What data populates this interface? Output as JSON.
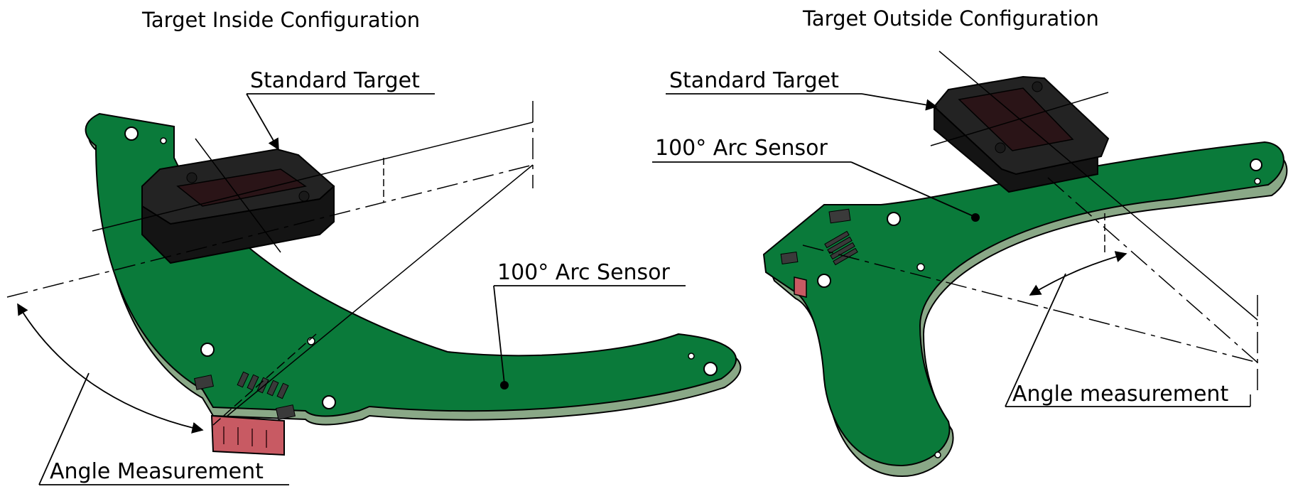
{
  "left_panel": {
    "title": "Target Inside Configuration",
    "target_label": "Standard Target",
    "sensor_label": "100° Arc Sensor",
    "angle_label": "Angle Measurement"
  },
  "right_panel": {
    "title": "Target Outside Configuration",
    "target_label": "Standard Target",
    "sensor_label": "100° Arc Sensor",
    "angle_label": "Angle measurement"
  },
  "colors": {
    "pcb_top": "#0a7a3a",
    "pcb_edge": "#8aa887",
    "target_body": "#1e1e1e",
    "target_window": "#2a1417",
    "connector": "#c85a63"
  }
}
